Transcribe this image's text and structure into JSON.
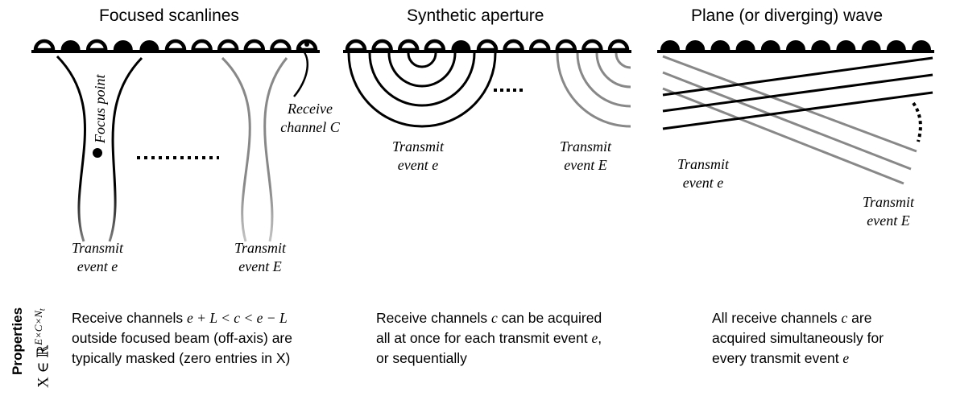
{
  "panels": {
    "focused": {
      "title": "Focused scanlines",
      "focus_point": "Focus point",
      "receive_line1": "Receive",
      "receive_line2": "channel C",
      "tx_e_line1": "Transmit",
      "tx_e_line2": "event e",
      "tx_E_line1": "Transmit",
      "tx_E_line2": "event E"
    },
    "synthetic": {
      "title": "Synthetic aperture",
      "tx_e_line1": "Transmit",
      "tx_e_line2": "event e",
      "tx_E_line1": "Transmit",
      "tx_E_line2": "event E"
    },
    "plane": {
      "title": "Plane (or diverging) wave",
      "tx_e_line1": "Transmit",
      "tx_e_line2": "event e",
      "tx_E_line1": "Transmit",
      "tx_E_line2": "event E"
    }
  },
  "properties": {
    "heading": "Properties",
    "tensor": "X ∈ ℝ",
    "tensor_sup": "E×C×N",
    "tensor_sub": "t",
    "focused": {
      "l1a": "Receive channels ",
      "l1b": "e + L < c < e − L",
      "l2": "outside focused beam (off-axis) are",
      "l3": "typically masked (zero entries in X)"
    },
    "synthetic": {
      "l1a": "Receive channels ",
      "l1b": "c",
      "l1c": " can be acquired",
      "l2a": "all at once for each transmit event ",
      "l2b": "e",
      "l2c": ",",
      "l3": "or sequentially"
    },
    "plane": {
      "l1a": "All receive channels ",
      "l1b": "c",
      "l1c": " are",
      "l2": "acquired simultaneously for",
      "l3a": "every transmit event ",
      "l3b": "e"
    }
  },
  "transducer": {
    "elements": 11,
    "focused_states": [
      0,
      1,
      0,
      1,
      1,
      0,
      0,
      0,
      0,
      0,
      0
    ],
    "synthetic_states": [
      0,
      0,
      0,
      0,
      1,
      0,
      0,
      0,
      0,
      0,
      0
    ],
    "plane_states": [
      1,
      1,
      1,
      1,
      1,
      1,
      1,
      1,
      1,
      1,
      1
    ]
  }
}
